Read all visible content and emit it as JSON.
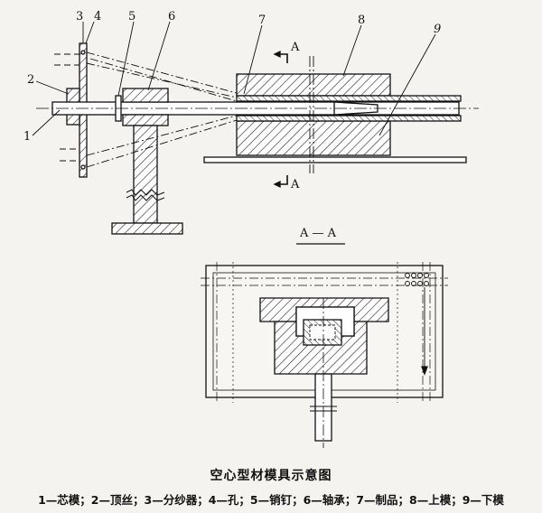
{
  "labels": {
    "n1": "1",
    "n2": "2",
    "n3": "3",
    "n4": "4",
    "n5": "5",
    "n6": "6",
    "n7": "7",
    "n8": "8",
    "n9": "9"
  },
  "section": {
    "marker_top": "A",
    "marker_bottom": "A",
    "view_title": "A — A"
  },
  "caption": {
    "title": "空心型材模具示意图",
    "legend": "1—芯模；2—顶丝；3—分纱器；4—孔；5—销钉；6—轴承；7—制品；8—上模；9—下模"
  }
}
